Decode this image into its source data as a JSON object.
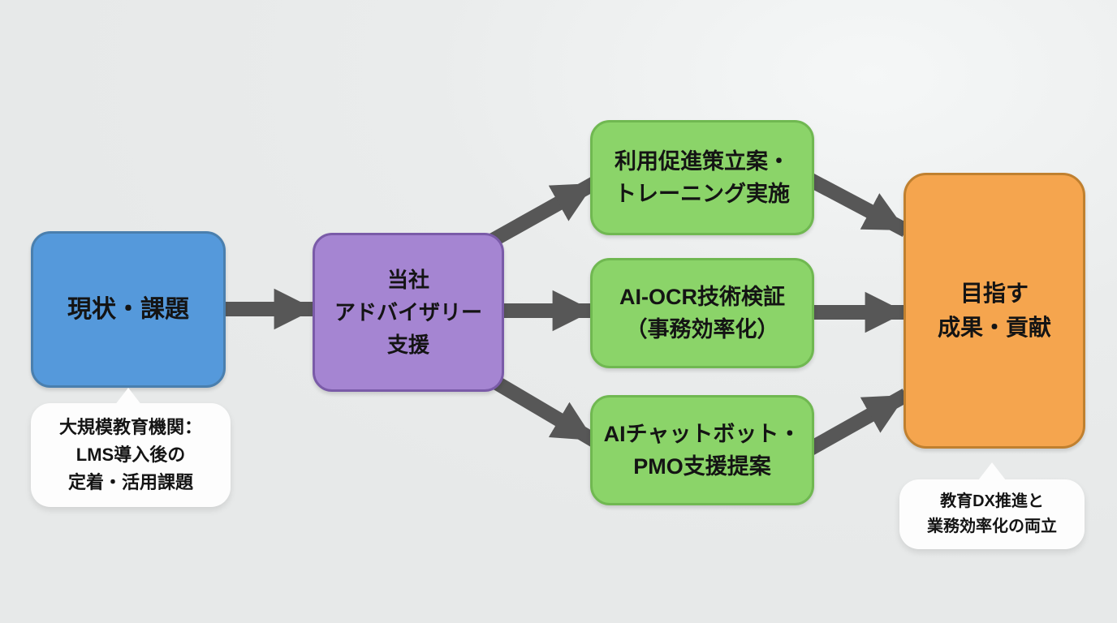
{
  "colors": {
    "background": "#e9ebeb",
    "arrow": "#575757",
    "text": "#141414",
    "current_fill": "#5599db",
    "current_border": "#4a7fae",
    "advisory_fill": "#a585d2",
    "advisory_border": "#7a5ba8",
    "process_fill": "#8bd469",
    "process_border": "#70b851",
    "outcome_fill": "#f5a54e",
    "outcome_border": "#c0802f",
    "callout_fill": "#fdfdfd"
  },
  "nodes": {
    "current": {
      "label": "現状・課題"
    },
    "advisory": {
      "label": "当社\nアドバイザリー\n支援"
    },
    "promotion": {
      "label": "利用促進策立案・\nトレーニング実施"
    },
    "ocr": {
      "label": "AI-OCR技術検証\n（事務効率化）"
    },
    "chatbot": {
      "label": "AIチャットボット・\nPMO支援提案"
    },
    "outcome": {
      "label": "目指す\n成果・貢献"
    }
  },
  "callouts": {
    "current_note": {
      "label": "大規模教育機関：\nLMS導入後の\n定着・活用課題"
    },
    "outcome_note": {
      "label": "教育DX推進と\n業務効率化の両立"
    }
  }
}
